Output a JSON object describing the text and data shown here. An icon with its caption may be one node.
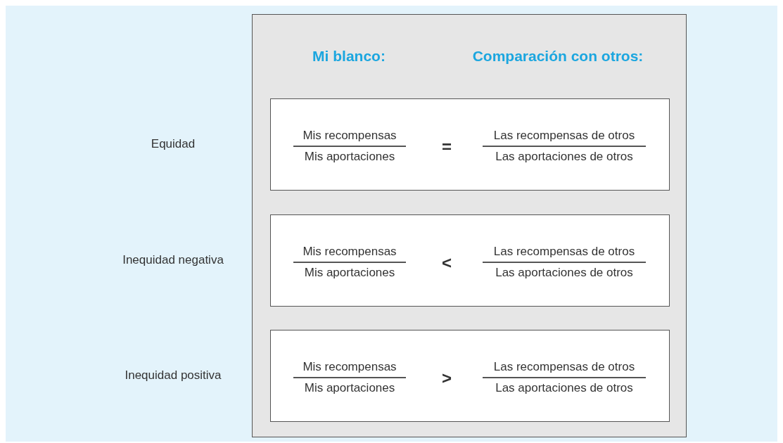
{
  "diagram": {
    "nodes": [
      {
        "text": [
          "Mi blanco:",
          "Comparación con otros:"
        ]
      },
      {
        "text": [
          "Mis recompensas",
          "Mis aportaciones",
          "=",
          "Las recompensas de otros",
          "Las aportaciones de otros"
        ],
        "in": 0
      },
      {
        "text": [
          "Mis recompensas",
          "Mis aportaciones",
          "<",
          "Las recompensas de otros",
          "Las aportaciones de otros"
        ],
        "in": 0
      },
      {
        "text": [
          "Mis recompensas",
          "Mis aportaciones",
          ">",
          "Las recompensas de otros",
          "Las aportaciones de otros"
        ],
        "in": 0
      }
    ],
    "labels": [
      "Equidad",
      "Inequidad negativa",
      "Inequidad positiva"
    ]
  }
}
